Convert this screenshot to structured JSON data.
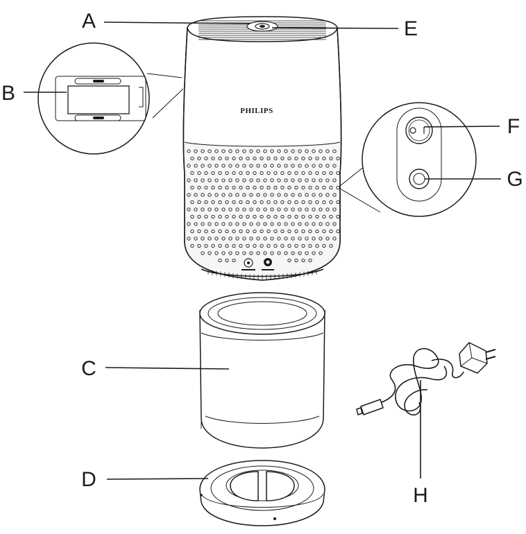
{
  "labels": {
    "A": "A",
    "B": "B",
    "C": "C",
    "D": "D",
    "E": "E",
    "F": "F",
    "G": "G",
    "H": "H"
  },
  "brand": "PHILIPS",
  "colors": {
    "line": "#1a1a1a",
    "background": "#ffffff",
    "grille": "#f2f2f2"
  }
}
